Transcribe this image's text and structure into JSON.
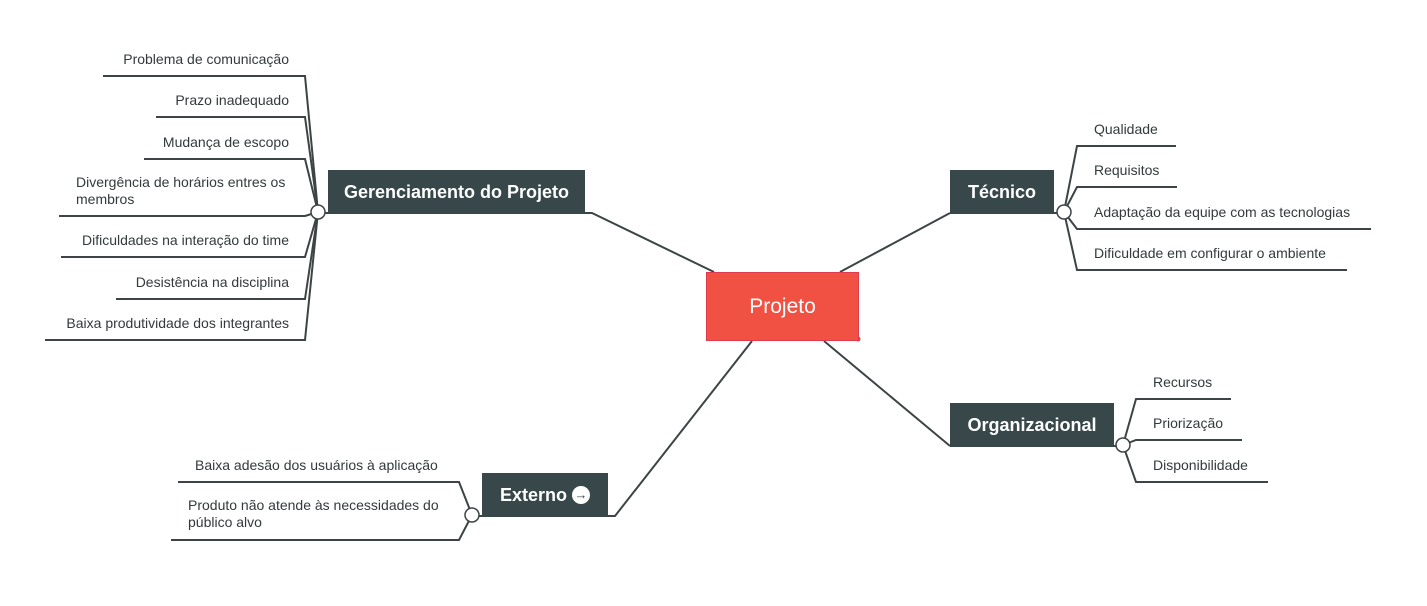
{
  "central": {
    "label": "Projeto"
  },
  "branches": {
    "gerenciamento": {
      "label": "Gerenciamento do Projeto",
      "items": [
        "Problema de comunicação",
        "Prazo inadequado",
        "Mudança de escopo",
        "Divergência de horários entres os membros",
        "Dificuldades na interação do time",
        "Desistência na disciplina",
        "Baixa produtividade dos integrantes"
      ]
    },
    "tecnico": {
      "label": "Técnico",
      "items": [
        "Qualidade",
        "Requisitos",
        "Adaptação da equipe com as tecnologias",
        "Dificuldade em configurar o ambiente"
      ]
    },
    "organizacional": {
      "label": "Organizacional",
      "items": [
        "Recursos",
        "Priorização",
        "Disponibilidade"
      ]
    },
    "externo": {
      "label": "Externo",
      "items": [
        "Baixa adesão dos usuários à aplicação",
        "Produto não atende às necessidades do público alvo"
      ],
      "expand_icon": "arrow-right-circle-icon"
    }
  },
  "colors": {
    "central": "#f05143",
    "branch": "#37474a",
    "line": "#3c4446",
    "text": "#333a3c"
  }
}
